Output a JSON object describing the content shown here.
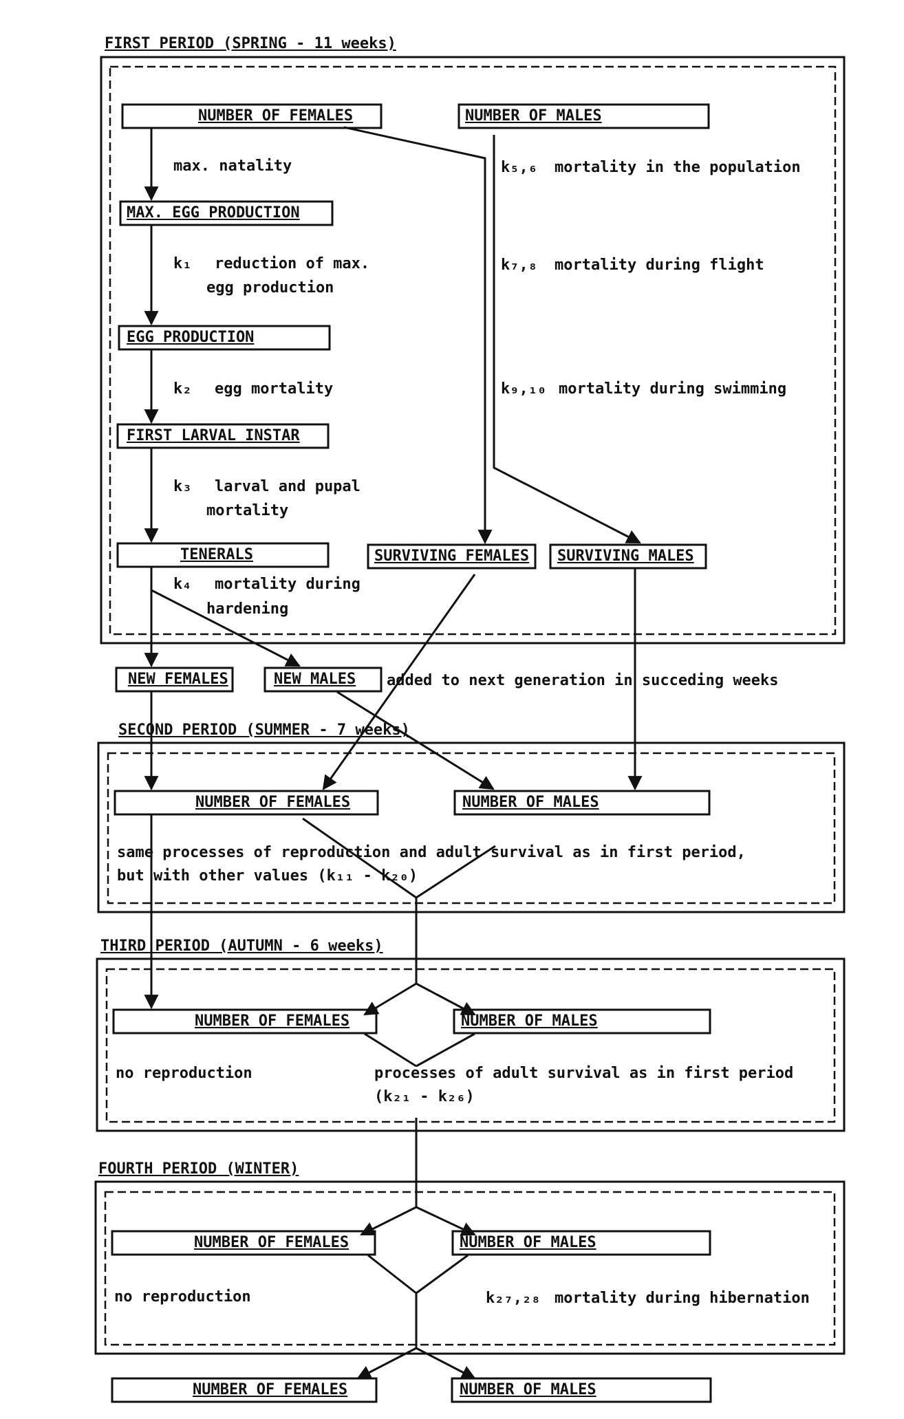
{
  "periods": {
    "first": "FIRST PERIOD (SPRING - 11 weeks)",
    "second": "SECOND PERIOD (SUMMER - 7 weeks)",
    "third": "THIRD PERIOD (AUTUMN - 6 weeks)",
    "fourth": "FOURTH PERIOD (WINTER)"
  },
  "first": {
    "females": "NUMBER OF FEMALES",
    "males": "NUMBER OF MALES",
    "max_natality": "max. natality",
    "max_egg": "MAX. EGG PRODUCTION",
    "k1": "k₁",
    "k1_text_1": "reduction of max.",
    "k1_text_2": "egg production",
    "egg": "EGG PRODUCTION",
    "k2": "k₂",
    "k2_text": "egg mortality",
    "first_larval": "FIRST LARVAL INSTAR",
    "k3": "k₃",
    "k3_text_1": "larval and pupal",
    "k3_text_2": "mortality",
    "tenerals": "TENERALS",
    "k4": "k₄",
    "k4_text_1": "mortality during",
    "k4_text_2": "hardening",
    "k56": "k₅,₆",
    "k56_text": "mortality in the population",
    "k78": "k₇,₈",
    "k78_text": "mortality during flight",
    "k910": "k₉,₁₀",
    "k910_text": "mortality during swimming",
    "surv_females": "SURVIVING FEMALES",
    "surv_males": "SURVIVING MALES"
  },
  "between": {
    "new_females": "NEW FEMALES",
    "new_males": "NEW MALES",
    "added": "added to next generation in succeding weeks"
  },
  "second": {
    "females": "NUMBER OF FEMALES",
    "males": "NUMBER OF MALES",
    "text_1": "same processes of reproduction and adult survival as in first period,",
    "text_2": "but with other values (k₁₁ - k₂₀)"
  },
  "third": {
    "females": "NUMBER OF FEMALES",
    "males": "NUMBER OF MALES",
    "no_repro": "no reproduction",
    "text_1": "processes of adult survival as in first period",
    "text_2": "(k₂₁ - k₂₆)"
  },
  "fourth": {
    "females": "NUMBER OF FEMALES",
    "males": "NUMBER OF MALES",
    "no_repro": "no reproduction",
    "k2728": "k₂₇,₂₈",
    "k2728_text": "mortality during hibernation"
  },
  "final": {
    "females": "NUMBER OF FEMALES",
    "males": "NUMBER OF MALES"
  }
}
